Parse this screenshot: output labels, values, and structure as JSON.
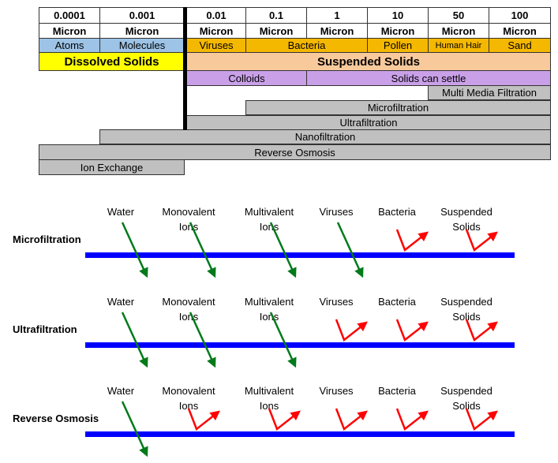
{
  "scale_chart": {
    "sizes": [
      "0.0001",
      "0.001",
      "0.01",
      "0.1",
      "1",
      "10",
      "50",
      "100"
    ],
    "unit": "Micron",
    "particles": [
      "Atoms",
      "Molecules",
      "Viruses",
      "Bacteria",
      "Pollen",
      "Human Hair",
      "Sand"
    ],
    "dissolved": "Dissolved Solids",
    "suspended": "Suspended Solids",
    "colloids": "Colloids",
    "settle": "Solids can settle",
    "processes": [
      "Multi Media Filtration",
      "Microfiltration",
      "Ultrafiltration",
      "Nanofiltration",
      "Reverse Osmosis",
      "Ion Exchange"
    ],
    "colors": {
      "atoms": "#9dc3e6",
      "particles": "#f5b800",
      "dissolved": "#ffff00",
      "suspended": "#f8c99b",
      "colloids": "#c9a0e8",
      "process": "#c0c0c0"
    }
  },
  "membrane_diagram": {
    "contaminants": [
      "Water",
      "Monovalent\nIons",
      "Multivalent\nIons",
      "Viruses",
      "Bacteria",
      "Suspended\nSolids"
    ],
    "rows": [
      {
        "name": "Microfiltration",
        "passes": [
          true,
          true,
          true,
          true,
          false,
          false
        ]
      },
      {
        "name": "Ultrafiltration",
        "passes": [
          true,
          true,
          true,
          false,
          false,
          false
        ]
      },
      {
        "name": "Reverse Osmosis",
        "passes": [
          true,
          false,
          false,
          false,
          false,
          false
        ]
      }
    ],
    "colors": {
      "membrane": "#0000ff",
      "pass": "#007a1a",
      "reject": "#ff0000"
    }
  }
}
